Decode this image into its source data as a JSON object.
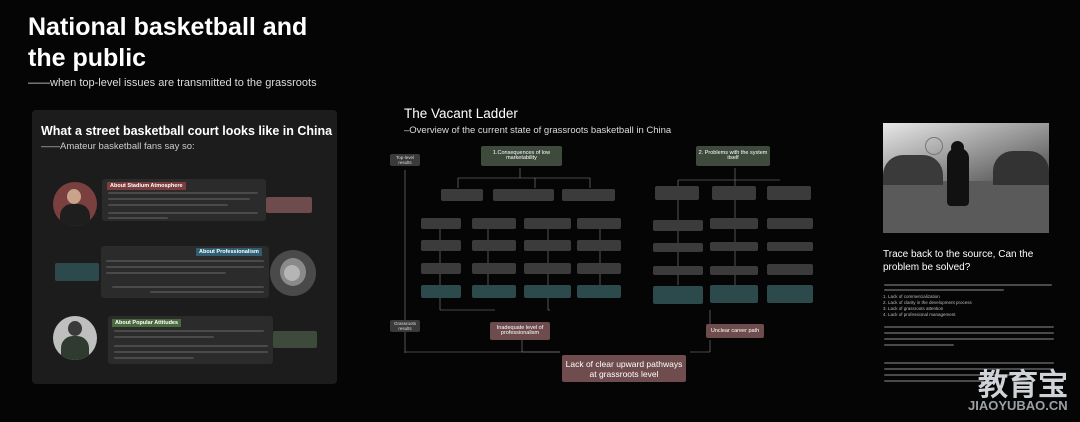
{
  "left": {
    "title": "National basketball and the public",
    "subtitle": "——when top-level issues are transmitted to the grassroots",
    "panel": {
      "title": "What a street basketball court looks like in China",
      "subtitle": "——Amateur basketball fans say so:",
      "cards": [
        {
          "tag": "About Stadium Atmosphere",
          "color": "#7a3c3c"
        },
        {
          "tag": "About Professionalism",
          "color": "#2f5d72"
        },
        {
          "tag": "About Popular Attitudes",
          "color": "#4a6a3e"
        }
      ]
    }
  },
  "diagram": {
    "title": "The Vacant Ladder",
    "subtitle": "–Overview of the current state of grassroots basketball in China",
    "top_level": "Top-level results",
    "grassroots": "Grassroots results",
    "headers": [
      "1.Consequences of low marketability",
      "2. Problems with the system itself"
    ],
    "mid_results": [
      "Inadequate level of professionalism",
      "Unclear career path"
    ],
    "bottom": "Lack of clear upward pathways at grassroots level"
  },
  "right": {
    "title": "Trace back to the source,  Can the problem be solved?",
    "list": [
      "Lack of commercialization",
      "Lack of clarity in the development process",
      "Lack of grassroots attention",
      "Lack of professional management"
    ]
  },
  "watermark": {
    "brand": "教育宝",
    "url": "JIAOYUBAO.CN"
  }
}
